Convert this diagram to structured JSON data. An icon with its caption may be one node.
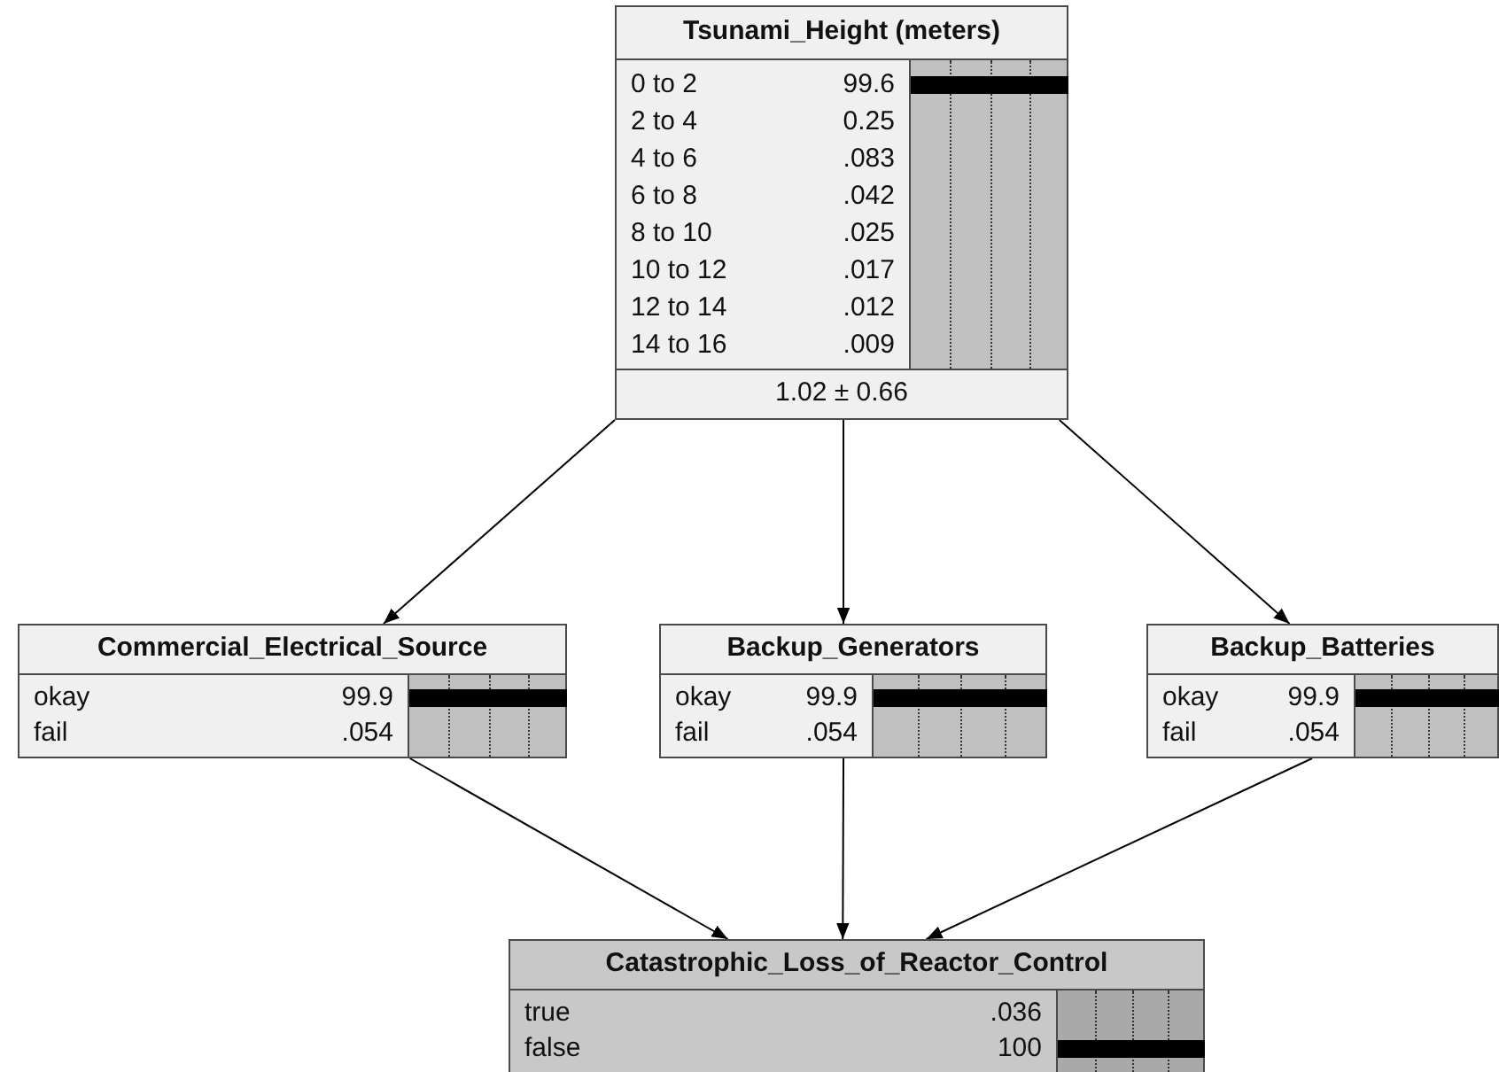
{
  "diagram": {
    "nodes": [
      {
        "text": [
          "Tsunami_Height (meters)",
          "0 to 2",
          "99.6",
          "2 to 4",
          "0.25",
          "4 to 6",
          ".083",
          "6 to 8",
          ".042",
          "8 to 10",
          ".025",
          "10 to 12",
          ".017",
          "12 to 14",
          ".012",
          "14 to 16",
          ".009",
          "1.02 ± 0.66"
        ]
      },
      {
        "text": [
          "Commercial_Electrical_Source",
          "okay",
          "99.9",
          "fail",
          ".054"
        ]
      },
      {
        "text": [
          "Backup_Generators",
          "okay",
          "99.9",
          "fail",
          ".054"
        ]
      },
      {
        "text": [
          "Backup_Batteries",
          "okay",
          "99.9",
          "fail",
          ".054"
        ]
      },
      {
        "text": [
          "Catastrophic_Loss_of_Reactor_Control",
          "true",
          ".036",
          "false",
          "100"
        ]
      }
    ],
    "edges": [
      {
        "from": 0,
        "to": 1,
        "arrow": "to"
      },
      {
        "from": 0,
        "to": 2,
        "arrow": "to"
      },
      {
        "from": 0,
        "to": 3,
        "arrow": "to"
      },
      {
        "from": 1,
        "to": 4,
        "arrow": "to"
      },
      {
        "from": 2,
        "to": 4,
        "arrow": "to"
      },
      {
        "from": 3,
        "to": 4,
        "arrow": "to"
      }
    ]
  }
}
